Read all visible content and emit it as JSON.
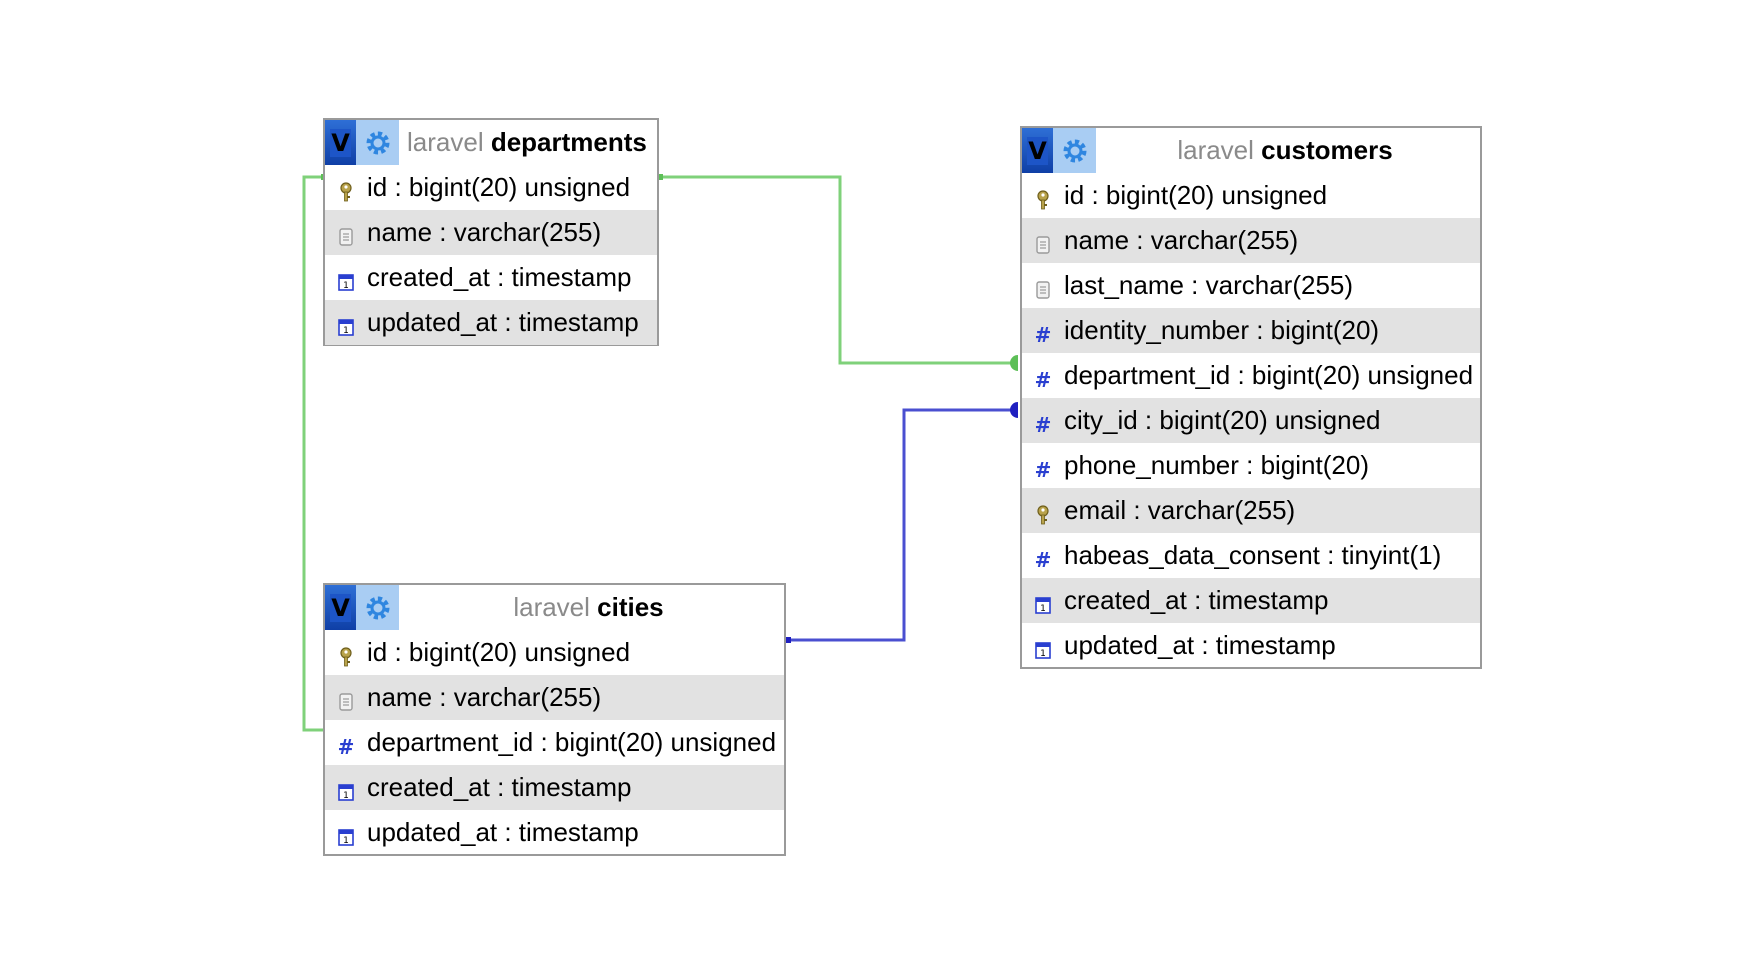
{
  "colors": {
    "fk_departments_link": "#7fd17a",
    "fk_cities_link": "#4a4fd0",
    "border": "#9a9a9a",
    "alt_row": "#e2e2e2",
    "db_prefix": "#8a8a8a"
  },
  "tables": {
    "departments": {
      "db": "laravel",
      "name": "departments",
      "header_icon": "V",
      "columns": [
        {
          "text": "id : bigint(20) unsigned",
          "icon": "key-icon"
        },
        {
          "text": "name : varchar(255)",
          "icon": "text-field-icon"
        },
        {
          "text": "created_at : timestamp",
          "icon": "date-field-icon"
        },
        {
          "text": "updated_at : timestamp",
          "icon": "date-field-icon"
        }
      ]
    },
    "customers": {
      "db": "laravel",
      "name": "customers",
      "header_icon": "V",
      "columns": [
        {
          "text": "id : bigint(20) unsigned",
          "icon": "key-icon"
        },
        {
          "text": "name : varchar(255)",
          "icon": "text-field-icon"
        },
        {
          "text": "last_name : varchar(255)",
          "icon": "text-field-icon"
        },
        {
          "text": "identity_number : bigint(20)",
          "icon": "numeric-field-icon"
        },
        {
          "text": "department_id : bigint(20) unsigned",
          "icon": "numeric-field-icon"
        },
        {
          "text": "city_id : bigint(20) unsigned",
          "icon": "numeric-field-icon"
        },
        {
          "text": "phone_number : bigint(20)",
          "icon": "numeric-field-icon"
        },
        {
          "text": "email : varchar(255)",
          "icon": "key-icon"
        },
        {
          "text": "habeas_data_consent : tinyint(1)",
          "icon": "numeric-field-icon"
        },
        {
          "text": "created_at : timestamp",
          "icon": "date-field-icon"
        },
        {
          "text": "updated_at : timestamp",
          "icon": "date-field-icon"
        }
      ]
    },
    "cities": {
      "db": "laravel",
      "name": "cities",
      "header_icon": "V",
      "columns": [
        {
          "text": "id : bigint(20) unsigned",
          "icon": "key-icon"
        },
        {
          "text": "name : varchar(255)",
          "icon": "text-field-icon"
        },
        {
          "text": "department_id : bigint(20) unsigned",
          "icon": "numeric-field-icon"
        },
        {
          "text": "created_at : timestamp",
          "icon": "date-field-icon"
        },
        {
          "text": "updated_at : timestamp",
          "icon": "date-field-icon"
        }
      ]
    }
  },
  "relations": [
    {
      "from": "customers.department_id",
      "to": "departments.id",
      "color": "#7fd17a"
    },
    {
      "from": "cities.department_id",
      "to": "departments.id",
      "color": "#7fd17a"
    },
    {
      "from": "customers.city_id",
      "to": "cities.id",
      "color": "#4a4fd0"
    }
  ]
}
